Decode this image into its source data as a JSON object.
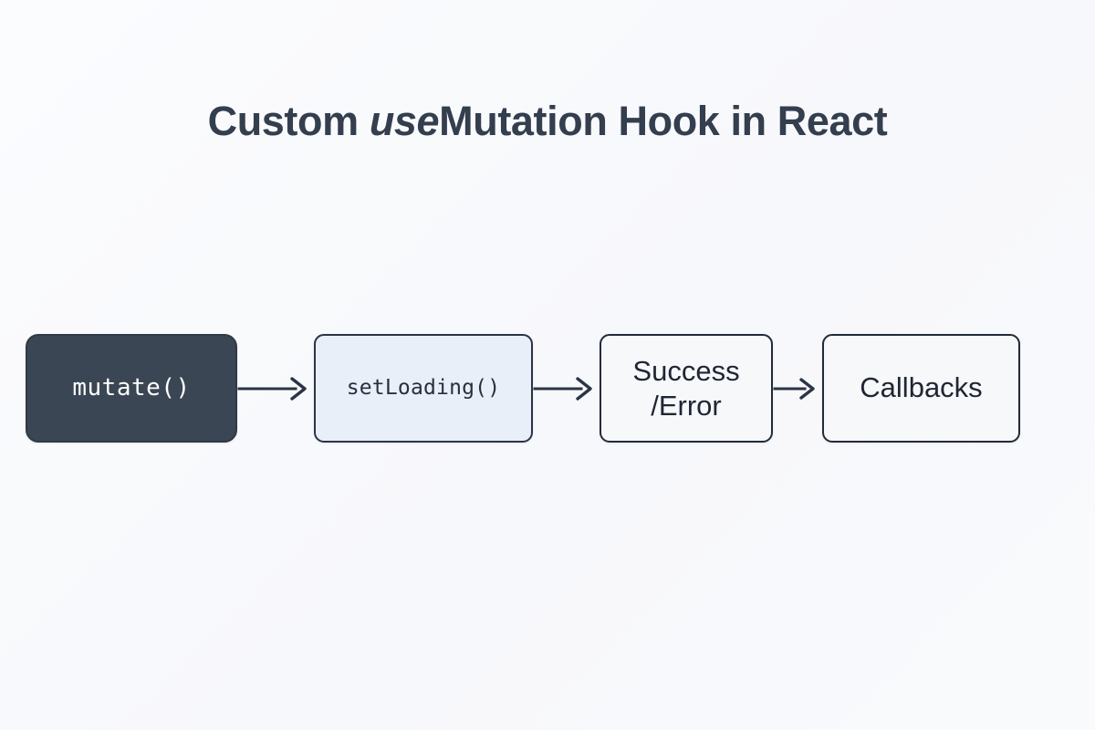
{
  "title": {
    "prefix": "Custom ",
    "emphasis": "use",
    "suffix": "Mutation Hook in React",
    "full": "Custom useMutation Hook in React"
  },
  "colors": {
    "background": "#f9fafc",
    "title_text": "#333e4e",
    "node_border": "#2b3445",
    "node_dark_fill": "#3a4653",
    "node_dark_text": "#ffffff",
    "node_blue_fill": "#e9eff8",
    "node_light_fill": "#f6f8fa",
    "node_text": "#1f2633",
    "arrow": "#2b3445"
  },
  "flow": {
    "nodes": [
      {
        "id": "mutate",
        "label": "mutate()",
        "style": "dark",
        "font": "mono"
      },
      {
        "id": "setloading",
        "label": "setLoading()",
        "style": "blue",
        "font": "mono"
      },
      {
        "id": "result",
        "label": "Success\n/Error",
        "line1": "Success",
        "line2": "/Error",
        "style": "light",
        "font": "sans"
      },
      {
        "id": "callbacks",
        "label": "Callbacks",
        "style": "light",
        "font": "sans"
      }
    ],
    "arrows": [
      {
        "id": "arrow-1",
        "from": "mutate",
        "to": "setloading",
        "head": "chevron"
      },
      {
        "id": "arrow-2",
        "from": "setloading",
        "to": "result",
        "head": "chevron"
      },
      {
        "id": "arrow-3",
        "from": "result",
        "to": "callbacks",
        "head": "chevron"
      }
    ]
  }
}
